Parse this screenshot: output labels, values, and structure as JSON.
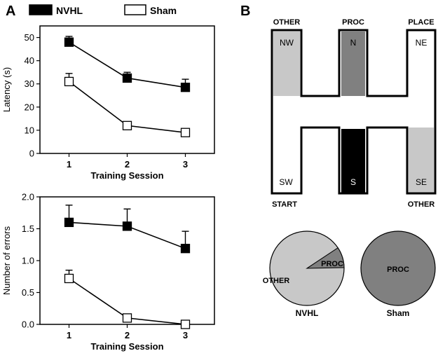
{
  "panels": {
    "a_label": "A",
    "b_label": "B"
  },
  "legend": [
    {
      "name": "NVHL",
      "fill": "#000000"
    },
    {
      "name": "Sham",
      "fill": "#ffffff"
    }
  ],
  "chart_data": [
    {
      "type": "line",
      "title": "",
      "xlabel": "Training Session",
      "ylabel": "Latency (s)",
      "x": [
        1,
        2,
        3
      ],
      "xlim": [
        0.5,
        3.5
      ],
      "ylim": [
        0,
        55
      ],
      "yticks": [
        0,
        10,
        20,
        30,
        40,
        50
      ],
      "series": [
        {
          "name": "NVHL",
          "values": [
            48,
            32.5,
            28.5
          ],
          "error": [
            2.5,
            2.5,
            3.5
          ],
          "fill": "#000000"
        },
        {
          "name": "Sham",
          "values": [
            31,
            12,
            9
          ],
          "error": [
            3.5,
            0,
            0
          ],
          "fill": "#ffffff"
        }
      ]
    },
    {
      "type": "line",
      "title": "",
      "xlabel": "Training Session",
      "ylabel": "Number of errors",
      "x": [
        1,
        2,
        3
      ],
      "xlim": [
        0.5,
        3.5
      ],
      "ylim": [
        0,
        2.0
      ],
      "yticks": [
        0.0,
        0.5,
        1.0,
        1.5,
        2.0
      ],
      "ytick_labels": [
        "0.0",
        "0.5",
        "1.0",
        "1.5",
        "2.0"
      ],
      "series": [
        {
          "name": "NVHL",
          "values": [
            1.6,
            1.54,
            1.19
          ],
          "error": [
            0.27,
            0.27,
            0.27
          ],
          "fill": "#000000"
        },
        {
          "name": "Sham",
          "values": [
            0.72,
            0.1,
            0.0
          ],
          "error": [
            0.13,
            0,
            0
          ],
          "fill": "#ffffff"
        }
      ]
    },
    {
      "type": "pie",
      "group": "NVHL",
      "slices": [
        {
          "label": "OTHER",
          "value": 91,
          "color": "#c8c8c8"
        },
        {
          "label": "PROC",
          "value": 9,
          "color": "#808080"
        }
      ]
    },
    {
      "type": "pie",
      "group": "Sham",
      "slices": [
        {
          "label": "PROC",
          "value": 100,
          "color": "#808080"
        }
      ]
    }
  ],
  "maze": {
    "labels": {
      "top_left": "OTHER",
      "top_mid": "PROC",
      "top_right": "PLACE",
      "bot_left": "START",
      "bot_right": "OTHER"
    },
    "arms": {
      "nw": "NW",
      "n": "N",
      "ne": "NE",
      "sw": "SW",
      "s": "S",
      "se": "SE"
    },
    "colors": {
      "nw": "#c8c8c8",
      "n": "#808080",
      "ne": "#ffffff",
      "sw": "#ffffff",
      "s": "#000000",
      "se": "#c8c8c8"
    }
  }
}
